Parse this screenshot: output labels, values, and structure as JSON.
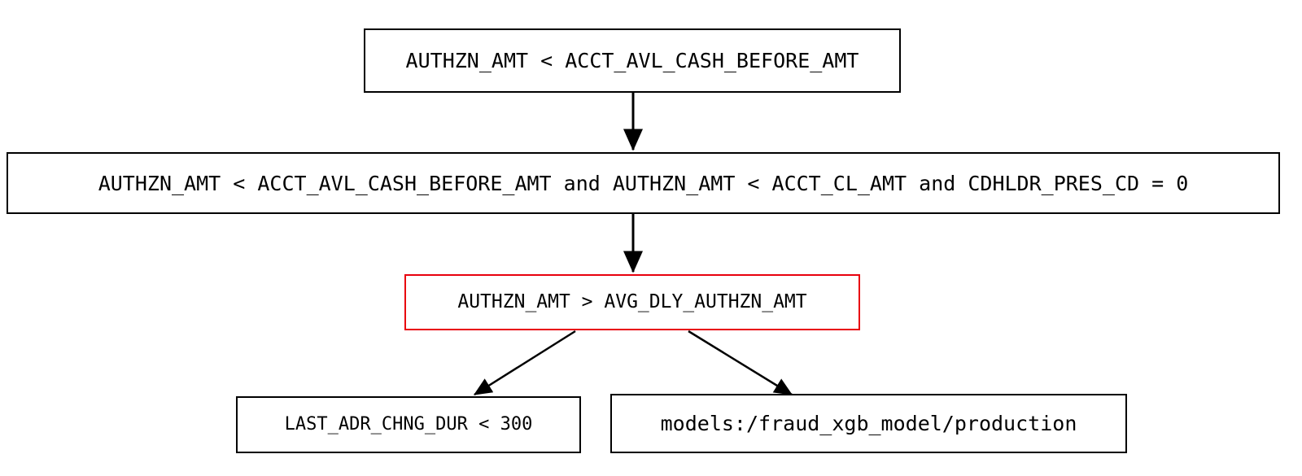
{
  "diagram": {
    "type": "decision-tree-flowchart",
    "background_color": "#ffffff",
    "default_border_color": "#000000",
    "highlight_border_color": "#e8000d",
    "edge_color": "#000000",
    "nodes": [
      {
        "id": "root",
        "label": "AUTHZN_AMT < ACCT_AVL_CASH_BEFORE_AMT",
        "highlighted": false
      },
      {
        "id": "condition-compound",
        "label": "AUTHZN_AMT < ACCT_AVL_CASH_BEFORE_AMT and AUTHZN_AMT < ACCT_CL_AMT and CDHLDR_PRES_CD = 0",
        "highlighted": false
      },
      {
        "id": "condition-avg",
        "label": "AUTHZN_AMT > AVG_DLY_AUTHZN_AMT",
        "highlighted": true
      },
      {
        "id": "leaf-addr",
        "label": "LAST_ADR_CHNG_DUR < 300",
        "highlighted": false
      },
      {
        "id": "leaf-model",
        "label": "models:/fraud_xgb_model/production",
        "highlighted": false
      }
    ],
    "edges": [
      {
        "from": "root",
        "to": "condition-compound"
      },
      {
        "from": "condition-compound",
        "to": "condition-avg"
      },
      {
        "from": "condition-avg",
        "to": "leaf-addr"
      },
      {
        "from": "condition-avg",
        "to": "leaf-model"
      }
    ]
  }
}
